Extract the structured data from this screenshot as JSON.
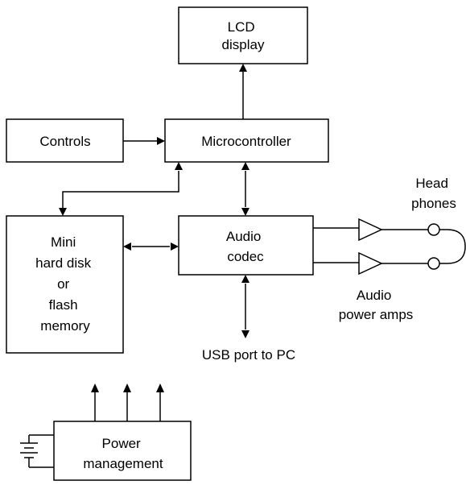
{
  "blocks": {
    "lcd": [
      "LCD",
      "display"
    ],
    "controls": [
      "Controls"
    ],
    "microcontroller": [
      "Microcontroller"
    ],
    "storage": [
      "Mini",
      "hard disk",
      "or",
      "flash",
      "memory"
    ],
    "codec": [
      "Audio",
      "codec"
    ],
    "power": [
      "Power",
      "management"
    ]
  },
  "labels": {
    "headphones": [
      "Head",
      "phones"
    ],
    "power_amps": [
      "Audio",
      "power amps"
    ],
    "usb": [
      "USB port to PC"
    ]
  }
}
